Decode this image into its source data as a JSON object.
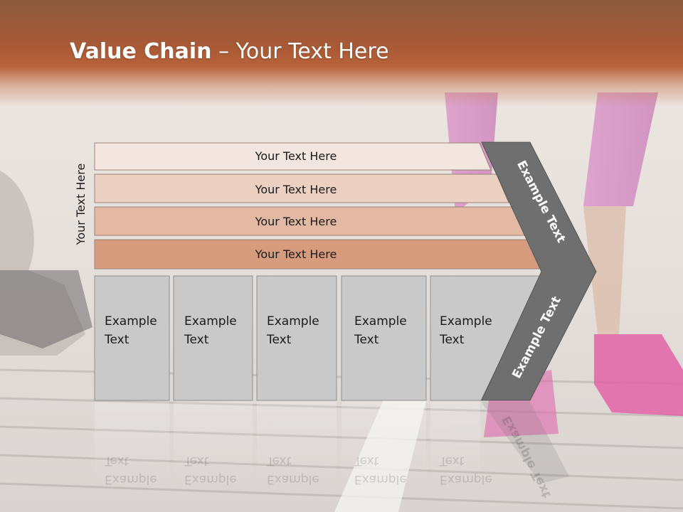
{
  "title": {
    "bold": "Value Chain",
    "rest": " – Your Text Here"
  },
  "side_label": "Your Text Here",
  "bars": [
    {
      "label": "Your Text Here",
      "color": "#f3e6e0"
    },
    {
      "label": "Your Text Here",
      "color": "#ecd1c3"
    },
    {
      "label": "Your Text Here",
      "color": "#e3b9a3"
    },
    {
      "label": "Your Text Here",
      "color": "#d79c7e"
    }
  ],
  "columns": [
    {
      "line1": "Example",
      "line2": "Text"
    },
    {
      "line1": "Example",
      "line2": "Text"
    },
    {
      "line1": "Example",
      "line2": "Text"
    },
    {
      "line1": "Example",
      "line2": "Text"
    },
    {
      "line1": "Example",
      "line2": "Text"
    }
  ],
  "chevron": {
    "upper_label": "Example Text",
    "lower_label": "Example Text",
    "color": "#6f6f6f"
  },
  "colors": {
    "title_bar": "#a95a36",
    "column_fill": "#c9c9c9"
  }
}
